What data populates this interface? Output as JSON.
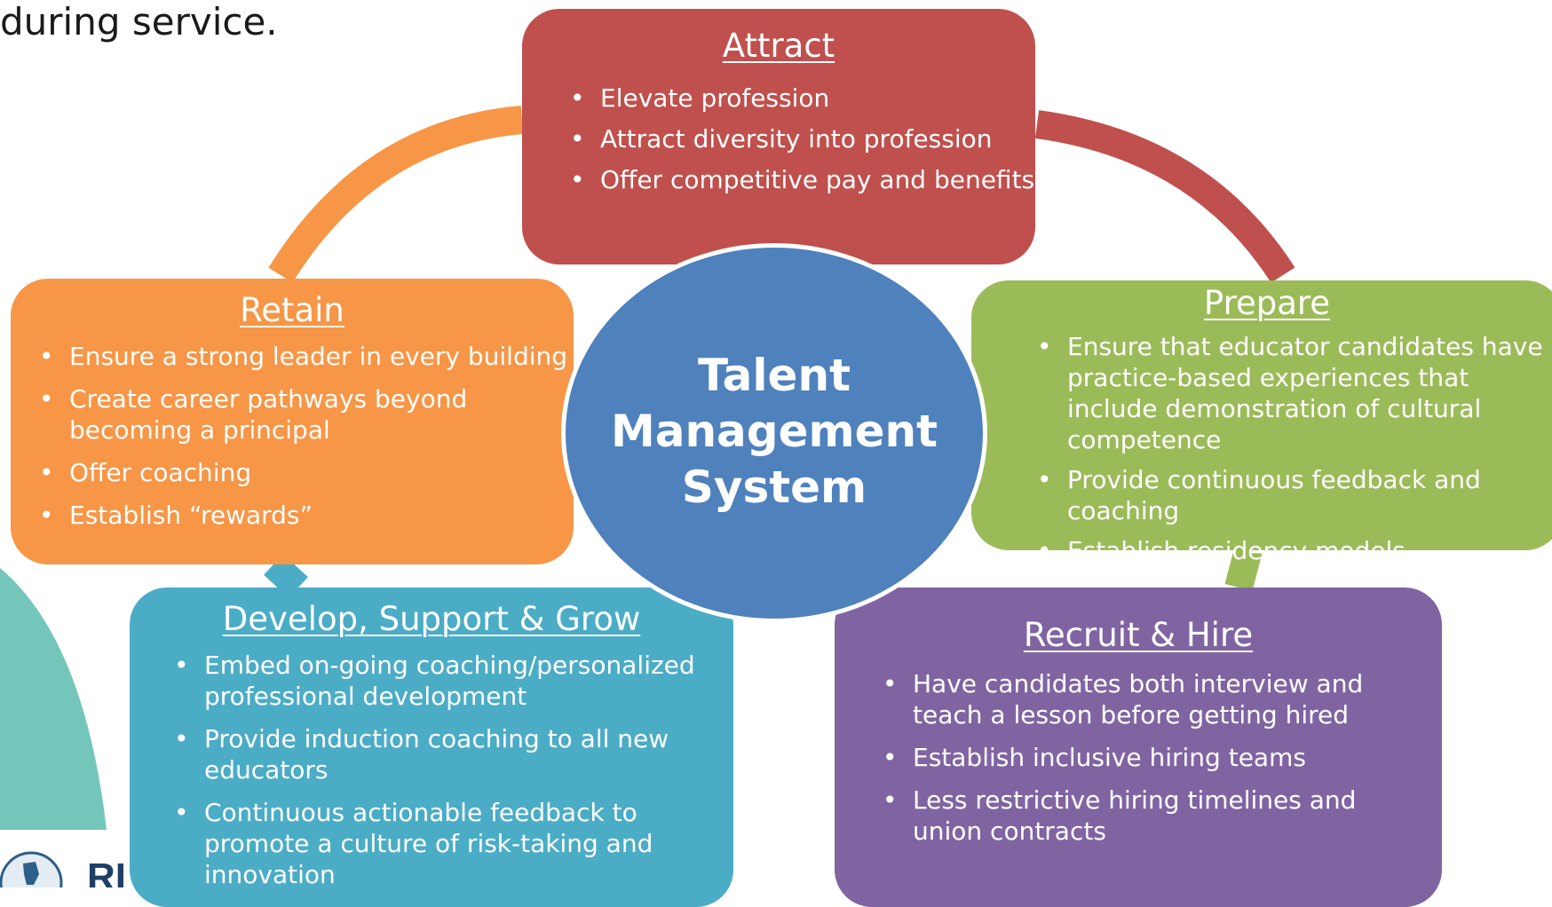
{
  "top_text": "during service.",
  "center": {
    "title": "Talent Management System"
  },
  "colors": {
    "attract": "#c0504d",
    "prepare": "#9bbb59",
    "recruit": "#8064a2",
    "develop": "#4bacc6",
    "retain": "#f79646",
    "center": "#4f81bd"
  },
  "attract": {
    "title": "Attract",
    "items": [
      "Elevate profession",
      "Attract diversity into profession",
      "Offer competitive pay and benefits"
    ]
  },
  "prepare": {
    "title": "Prepare",
    "items": [
      "Ensure that educator candidates have practice-based experiences that include demonstration of cultural competence",
      "Provide continuous feedback and coaching",
      "Establish residency models"
    ]
  },
  "recruit": {
    "title": "Recruit & Hire",
    "items": [
      "Have candidates both interview and teach a lesson before getting hired",
      "Establish inclusive hiring teams",
      "Less restrictive hiring timelines and union contracts"
    ]
  },
  "develop": {
    "title": "Develop, Support & Grow",
    "items": [
      "Embed on-going coaching/personalized professional development",
      "Provide induction coaching to all new educators",
      "Continuous actionable feedback to promote a culture of risk-taking and innovation"
    ]
  },
  "retain": {
    "title": "Retain",
    "items": [
      "Ensure a strong leader in every building",
      "Create career pathways beyond becoming a principal",
      "Offer coaching",
      "Establish “rewards”"
    ]
  },
  "logo": {
    "text": "RI",
    "icon": "state-map-icon"
  }
}
